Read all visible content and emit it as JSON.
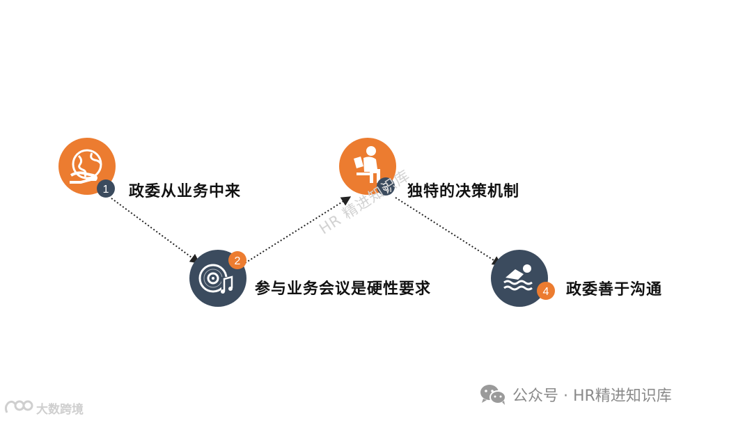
{
  "colors": {
    "orange": "#ec7c30",
    "navy": "#3b4b5e",
    "connector": "#222222"
  },
  "steps": [
    {
      "number": "1",
      "label": "政委从业务中来",
      "icon": "globe-hand-icon",
      "circle_color": "orange",
      "badge_color": "navy"
    },
    {
      "number": "2",
      "label": "参与业务会议是硬性要求",
      "icon": "music-disc-icon",
      "circle_color": "navy",
      "badge_color": "orange"
    },
    {
      "number": "3",
      "label": "独特的决策机制",
      "icon": "person-reading-icon",
      "circle_color": "orange",
      "badge_color": "navy"
    },
    {
      "number": "4",
      "label": "政委善于沟通",
      "icon": "swimmer-icon",
      "circle_color": "navy",
      "badge_color": "orange"
    }
  ],
  "watermark": "HR 精进知识库",
  "footer": {
    "source": "公众号 · HR精进知识库",
    "brand": "大数跨境",
    "wechat_icon": "wechat-icon",
    "brand_icon": "brand-logo-icon"
  }
}
